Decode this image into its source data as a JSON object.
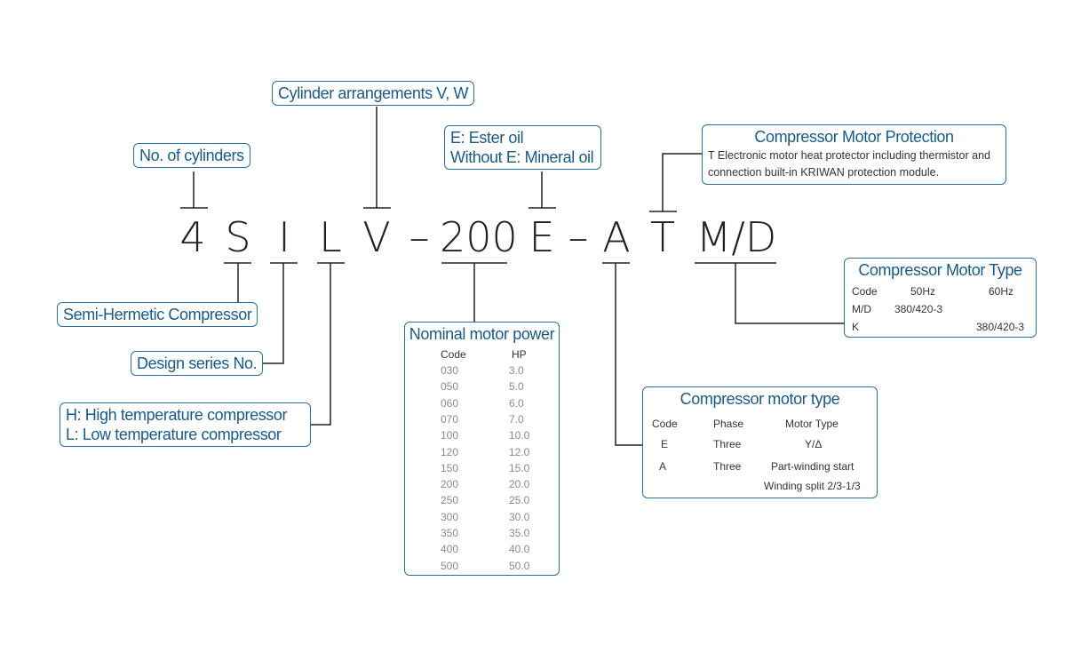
{
  "code": {
    "chars": [
      "4",
      "S",
      "I",
      "L",
      "V",
      "–",
      "200",
      "E",
      "–",
      "A",
      "T",
      "M/D"
    ]
  },
  "labels": {
    "cylinders": "No. of cylinders",
    "arrangement": "Cylinder arrangements V, W",
    "oil_line1": "E: Ester oil",
    "oil_line2": "Without E: Mineral oil",
    "semi_hermetic": "Semi-Hermetic Compressor",
    "design_series": "Design series No.",
    "temp_line1": "H: High temperature compressor",
    "temp_line2": "L: Low temperature compressor"
  },
  "protection": {
    "title": "Compressor Motor Protection",
    "line1": "T Electronic motor heat protector including thermistor and",
    "line2": "connection built-in KRIWAN protection module."
  },
  "motor_type_voltage": {
    "title": "Compressor Motor Type",
    "headers": [
      "Code",
      "50Hz",
      "60Hz"
    ],
    "rows": [
      [
        "M/D",
        "380/420-3",
        ""
      ],
      [
        "K",
        "",
        "380/420-3"
      ]
    ]
  },
  "nominal_power": {
    "title": "Nominal motor power",
    "headers": [
      "Code",
      "HP"
    ],
    "rows": [
      [
        "030",
        "3.0"
      ],
      [
        "050",
        "5.0"
      ],
      [
        "060",
        "6.0"
      ],
      [
        "070",
        "7.0"
      ],
      [
        "100",
        "10.0"
      ],
      [
        "120",
        "12.0"
      ],
      [
        "150",
        "15.0"
      ],
      [
        "200",
        "20.0"
      ],
      [
        "250",
        "25.0"
      ],
      [
        "300",
        "30.0"
      ],
      [
        "350",
        "35.0"
      ],
      [
        "400",
        "40.0"
      ],
      [
        "500",
        "50.0"
      ]
    ]
  },
  "motor_type_winding": {
    "title": "Compressor motor type",
    "headers": [
      "Code",
      "Phase",
      "Motor Type"
    ],
    "rows": [
      [
        "E",
        "Three",
        "Y/Δ"
      ],
      [
        "A",
        "Three",
        "Part-winding start"
      ]
    ],
    "note": "Winding split 2/3-1/3"
  }
}
